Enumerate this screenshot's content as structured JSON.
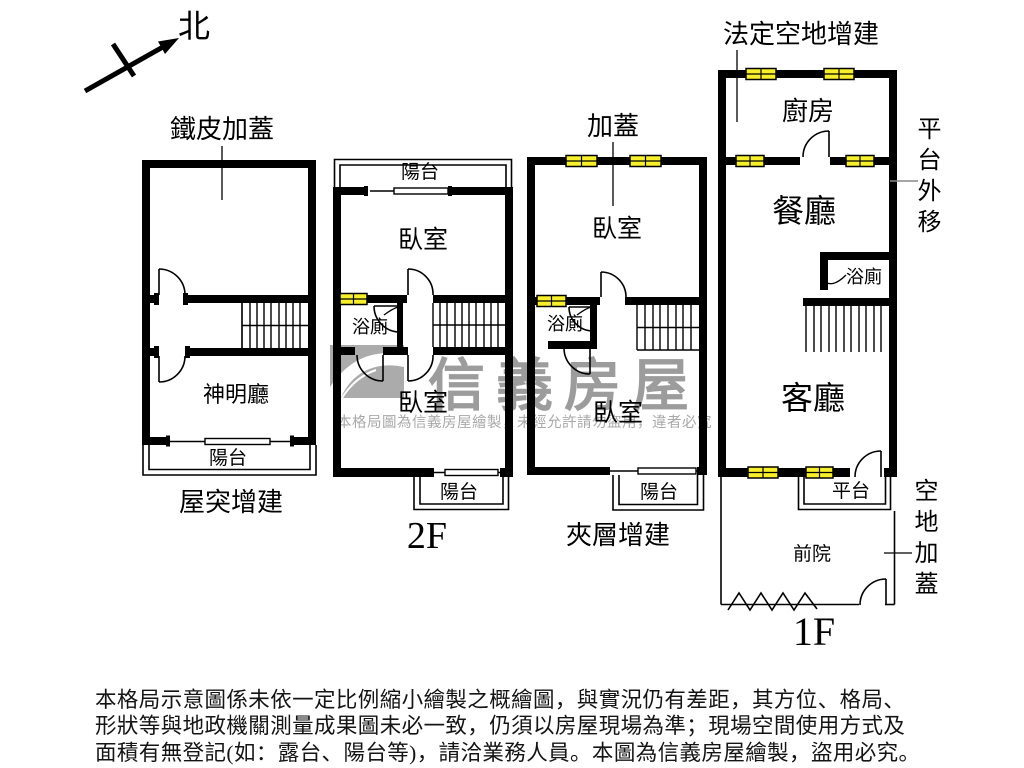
{
  "compass": {
    "north": "北"
  },
  "plans": {
    "p1": {
      "annotation": "鐵皮加蓋",
      "shrine": "神明廳",
      "balcony": "陽台",
      "caption": "屋突增建"
    },
    "p2": {
      "balcony_top": "陽台",
      "bedroom_top": "臥室",
      "bath": "浴廁",
      "bedroom_bottom": "臥室",
      "balcony_bottom": "陽台",
      "caption": "2F"
    },
    "p3": {
      "annotation": "加蓋",
      "bedroom_top": "臥室",
      "bath": "浴廁",
      "bedroom_bottom": "臥室",
      "balcony": "陽台",
      "caption": "夾層增建"
    },
    "p4": {
      "annotation_top": "法定空地增建",
      "kitchen": "廚房",
      "dining": "餐廳",
      "bath": "浴廁",
      "living": "客廳",
      "platform": "平台",
      "front_yard": "前院",
      "side_note_upper": "平台外移",
      "side_note_lower": "空地加蓋",
      "caption": "1F"
    }
  },
  "watermark": {
    "brand": "信義房屋",
    "notice": "本格局圖為信義房屋繪製，未經允許請勿盜用，違者必究"
  },
  "disclaimer": {
    "line1": "本格局示意圖係未依一定比例縮小繪製之概繪圖，與實況仍有差距，其方位、格局、",
    "line2": "形狀等與地政機關測量成果圖未必一致，仍須以房屋現場為準；現場空間使用方式及",
    "line3": "面積有無登記(如：露台、陽台等)，請洽業務人員。本圖為信義房屋繪製，盜用必究。"
  },
  "colors": {
    "wall": "#000000",
    "window_fill": "#f6ef2a",
    "watermark_gray": "#9c9c9c",
    "logo_gray": "#ababab"
  }
}
